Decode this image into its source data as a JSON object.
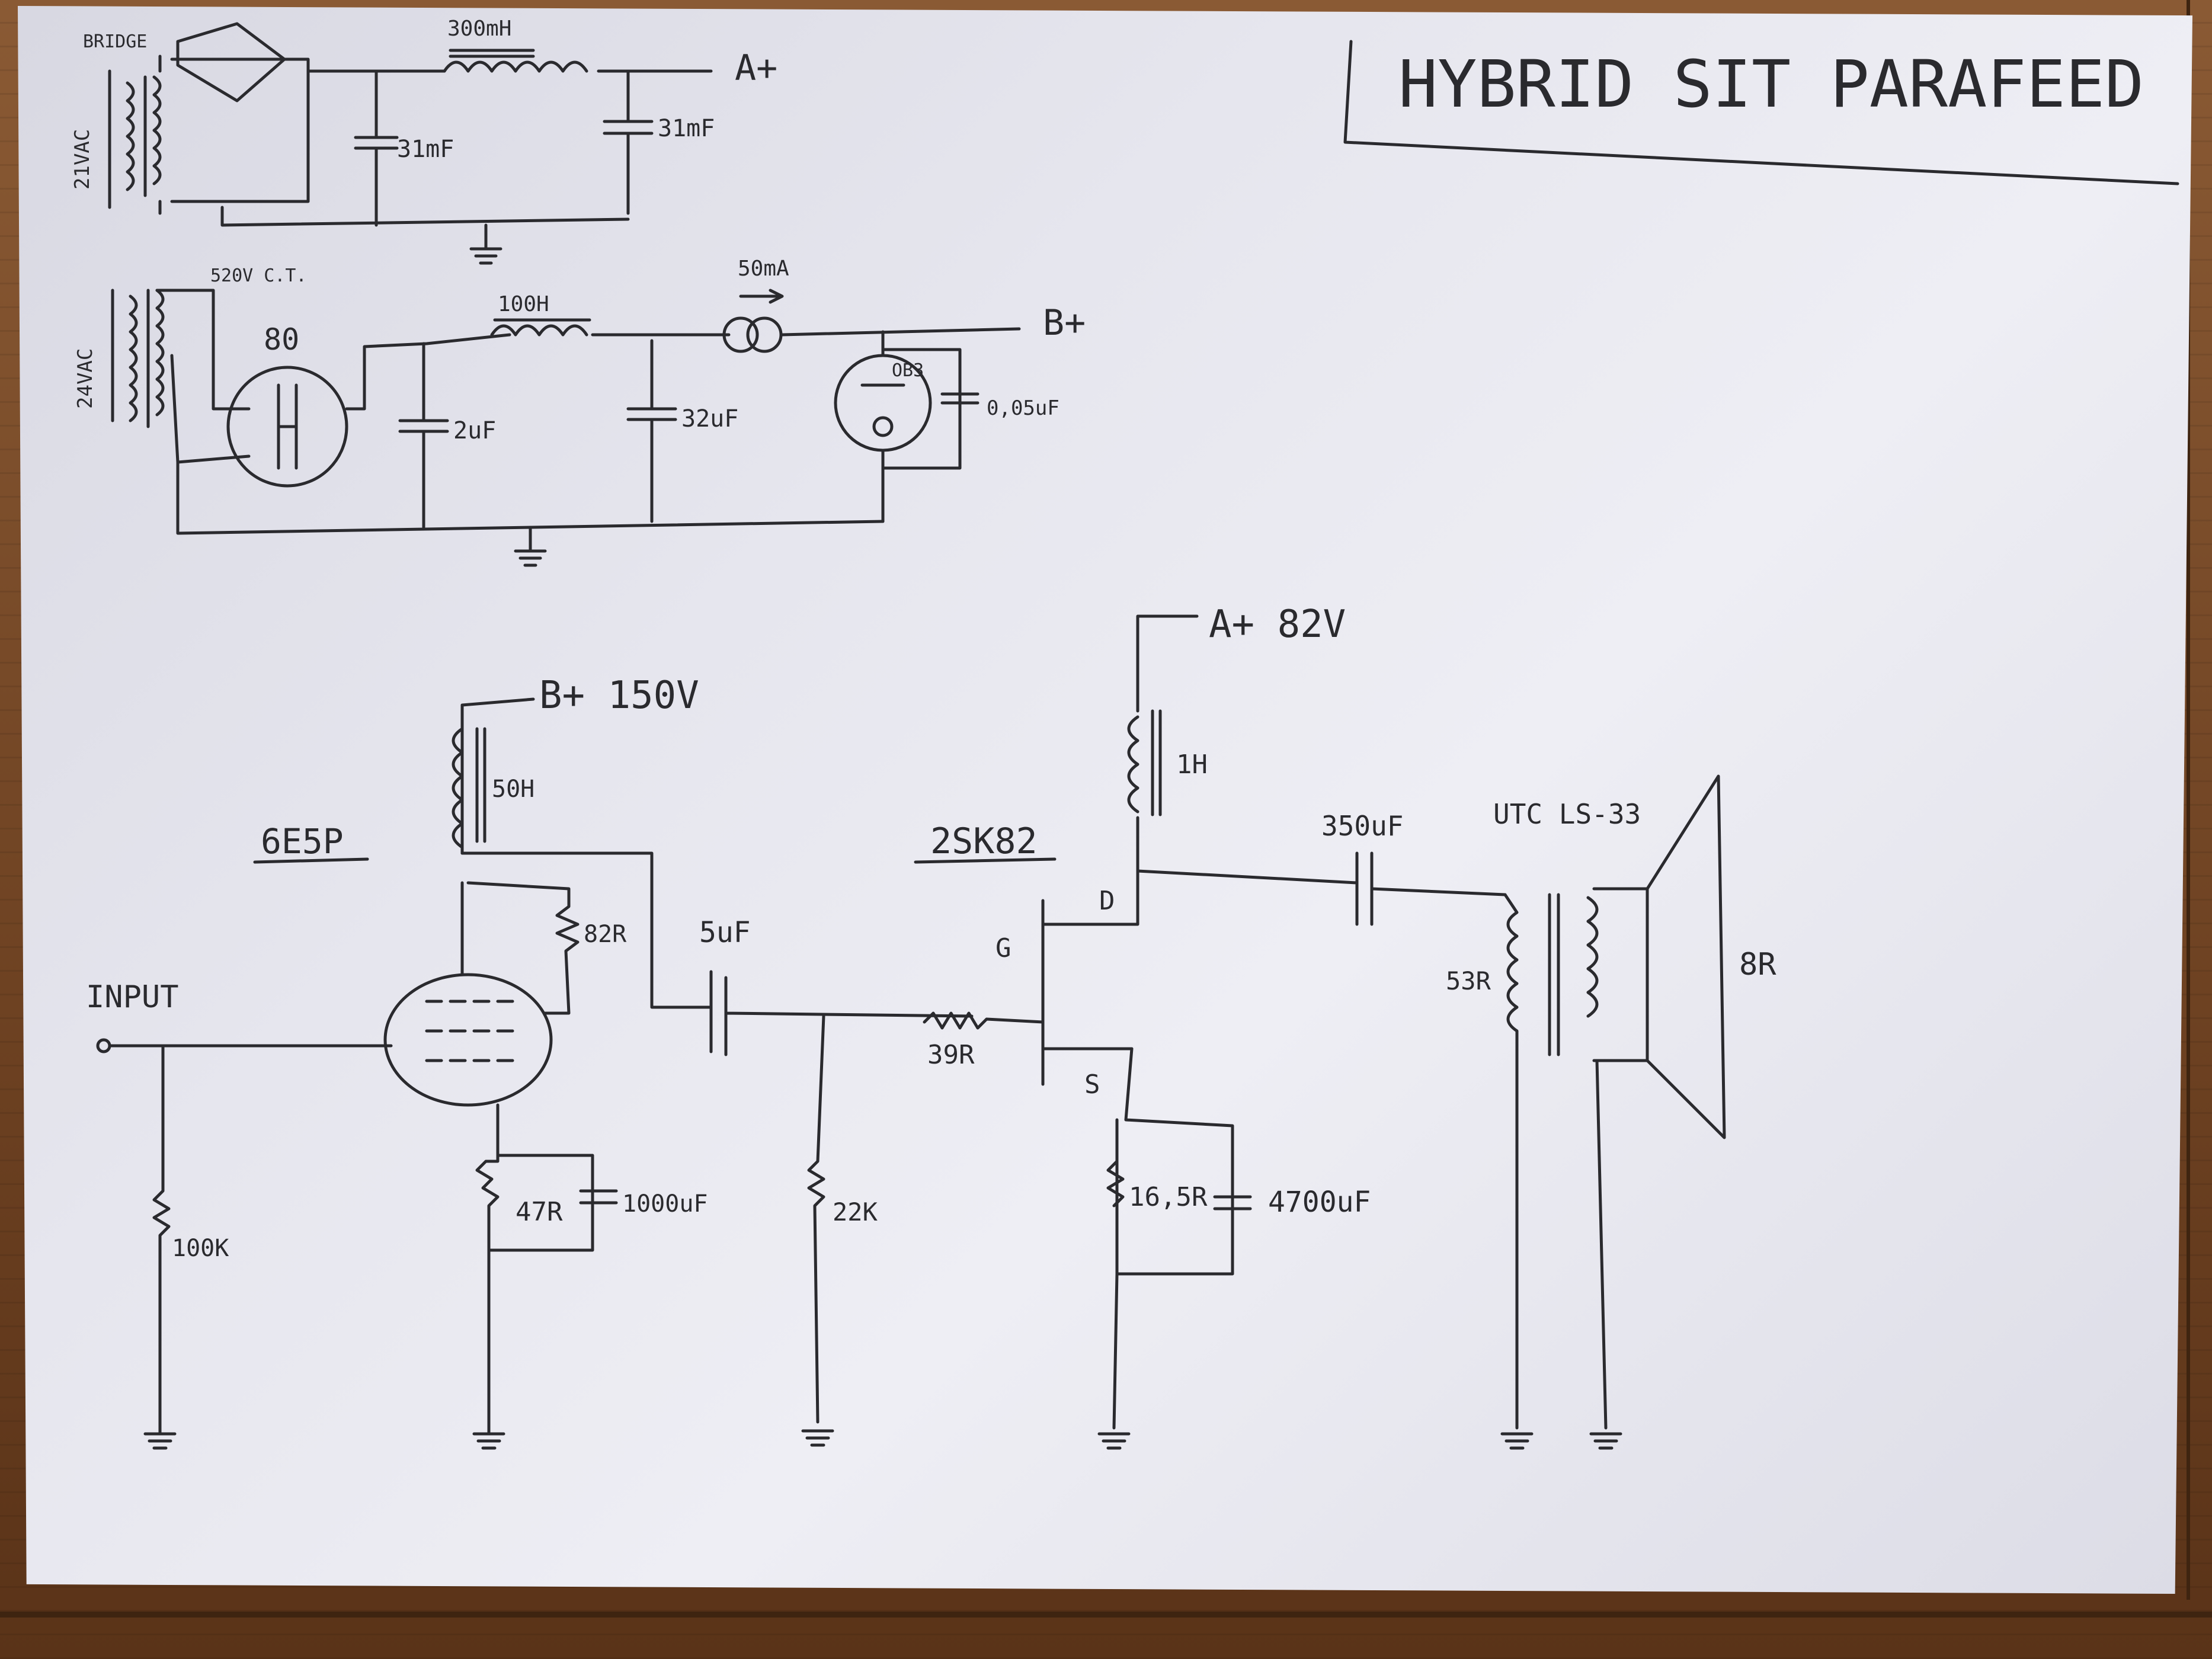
{
  "title": "HYBRID SIT PARAFEED",
  "psu_a": {
    "rectifier_label": "BRIDGE",
    "transformer_label": "21VAC",
    "choke_label": "300mH",
    "cap1_label": "31mF",
    "cap2_label": "31mF",
    "rail_label": "A+"
  },
  "psu_b": {
    "transformer_label": "24VAC",
    "secondary_label": "520V C.T.",
    "rectifier_tube_label": "80",
    "choke_label": "100H",
    "ccs_label": "50mA",
    "cap1_label": "2uF",
    "cap2_label": "32uF",
    "regulator_label": "OB3",
    "cap3_label": "0,05uF",
    "rail_label": "B+"
  },
  "amp": {
    "input_label": "INPUT",
    "input_resistor": "100K",
    "tube_label": "6E5P",
    "b_plus_label": "B+ 150V",
    "plate_choke": "50H",
    "screen_resistor": "82R",
    "cathode_resistor": "47R",
    "cathode_cap": "1000uF",
    "coupling_cap": "5uF",
    "gate_resistor": "22K",
    "gate_stopper": "39R",
    "sit_label": "2SK82",
    "gate_pin": "G",
    "drain_pin": "D",
    "source_pin": "S",
    "a_plus_label": "A+ 82V",
    "drain_choke": "1H",
    "output_cap": "350uF",
    "source_resistor": "16,5R",
    "source_cap": "4700uF",
    "transformer_label": "UTC LS-33",
    "primary_label": "53R",
    "speaker_label": "8R"
  }
}
